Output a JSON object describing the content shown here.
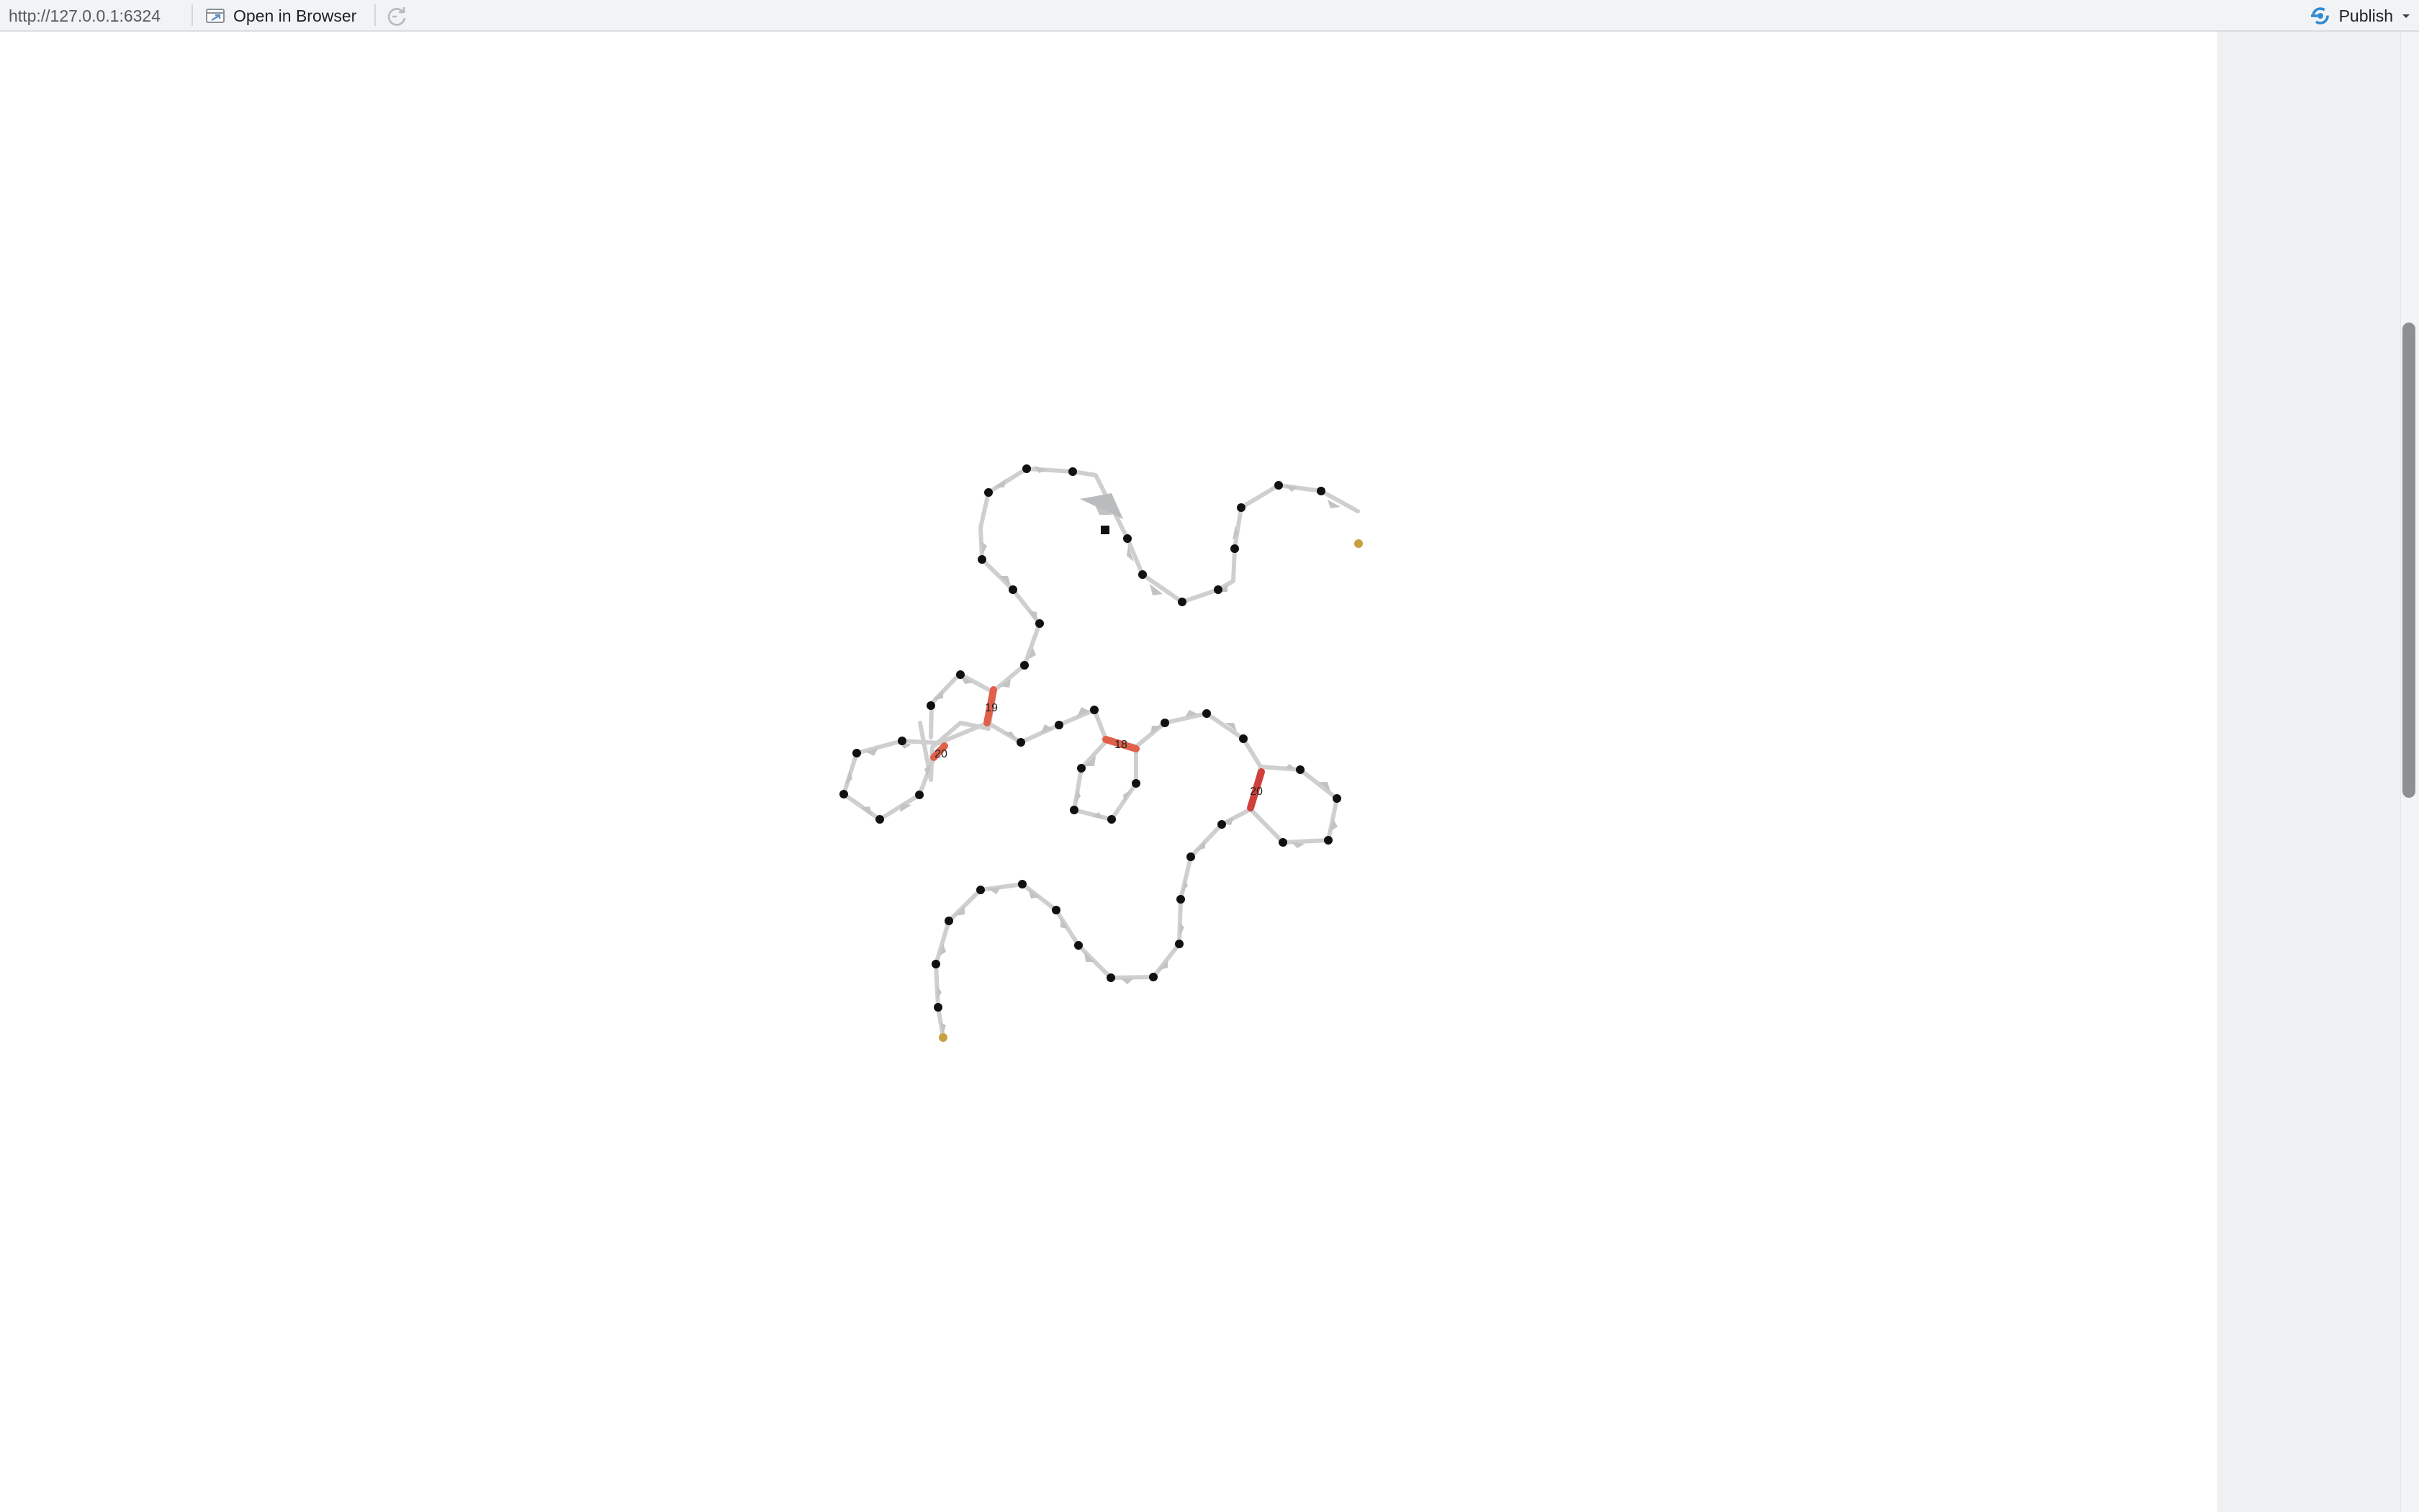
{
  "toolbar": {
    "url": "http://127.0.0.1:6324",
    "open_in_browser_label": "Open in Browser",
    "publish_label": "Publish",
    "refresh_icon": "refresh-icon",
    "open_icon": "open-in-browser-icon",
    "publish_icon": "publish-icon",
    "accent_color": "#2f8bd3"
  },
  "graph": {
    "edge_color": "#c8c8c8",
    "node_color": "#111111",
    "endpoint_color": "#c8a040",
    "highlight_color": "#e0604a",
    "edge_labels": [
      "19",
      "20",
      "18",
      "20"
    ]
  }
}
